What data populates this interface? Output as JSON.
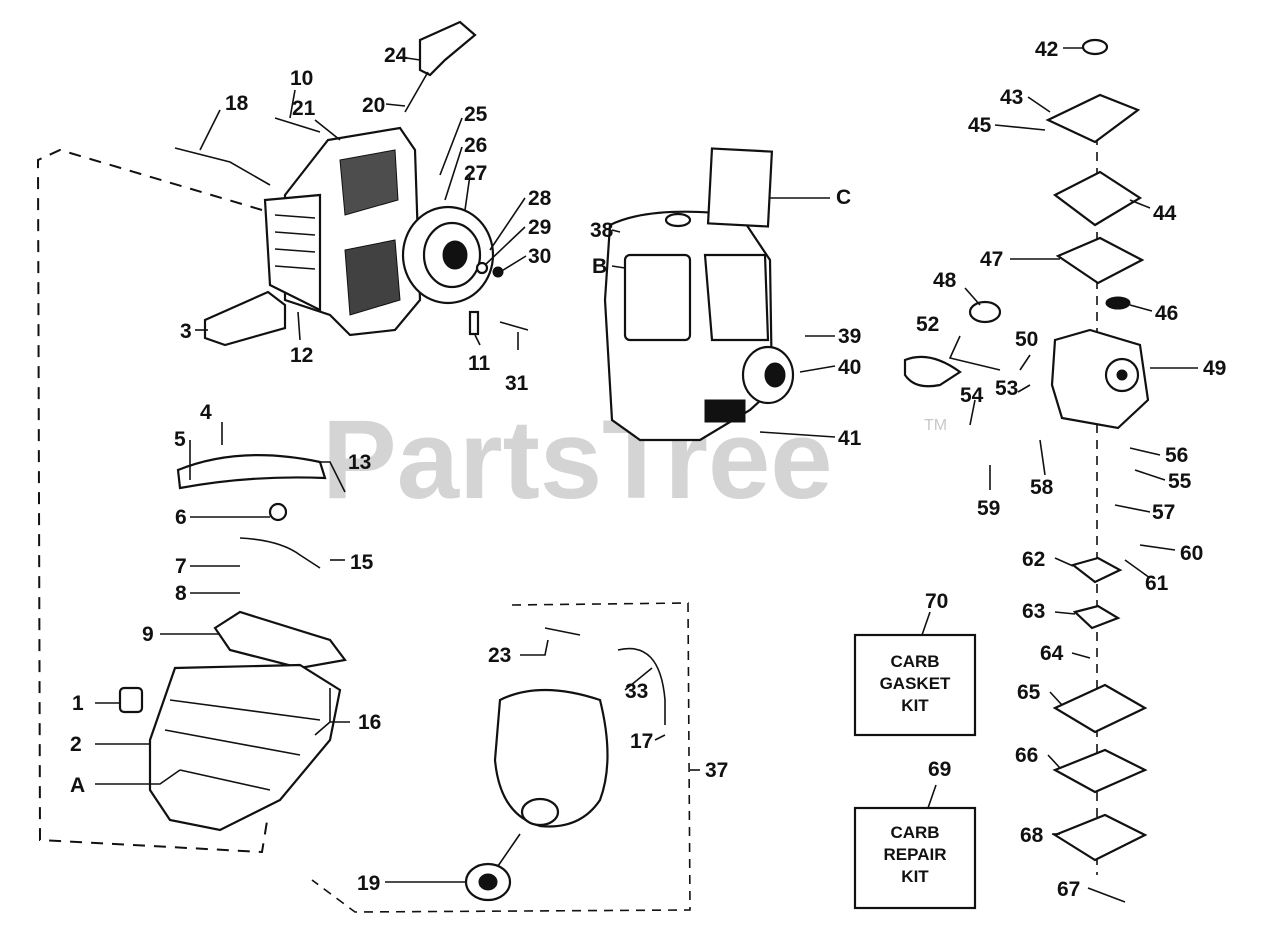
{
  "watermark": {
    "text": "PartsTree",
    "trademark": "TM"
  },
  "kits": {
    "gasket": {
      "number": "70",
      "line1": "CARB",
      "line2": "GASKET",
      "line3": "KIT"
    },
    "repair": {
      "number": "69",
      "line1": "CARB",
      "line2": "REPAIR",
      "line3": "KIT"
    }
  },
  "callouts": {
    "c1": "1",
    "c2": "2",
    "c3": "3",
    "c4": "4",
    "c5": "5",
    "c6": "6",
    "c7": "7",
    "c8": "8",
    "c9": "9",
    "c10": "10",
    "c11": "11",
    "c12": "12",
    "c13": "13",
    "c15": "15",
    "c16": "16",
    "c17": "17",
    "c18": "18",
    "c19": "19",
    "c20": "20",
    "c21": "21",
    "c23": "23",
    "c24": "24",
    "c25": "25",
    "c26": "26",
    "c27": "27",
    "c28": "28",
    "c29": "29",
    "c30": "30",
    "c31": "31",
    "c33": "33",
    "c37": "37",
    "c38": "38",
    "c39": "39",
    "c40": "40",
    "c41": "41",
    "c42": "42",
    "c43": "43",
    "c44": "44",
    "c45": "45",
    "c46": "46",
    "c47": "47",
    "c48": "48",
    "c49": "49",
    "c50": "50",
    "c52": "52",
    "c53": "53",
    "c54": "54",
    "c55": "55",
    "c56": "56",
    "c57": "57",
    "c58": "58",
    "c59": "59",
    "c60": "60",
    "c61": "61",
    "c62": "62",
    "c63": "63",
    "c64": "64",
    "c65": "65",
    "c66": "66",
    "c67": "67",
    "c68": "68",
    "cA": "A",
    "cB": "B",
    "cC": "C"
  }
}
